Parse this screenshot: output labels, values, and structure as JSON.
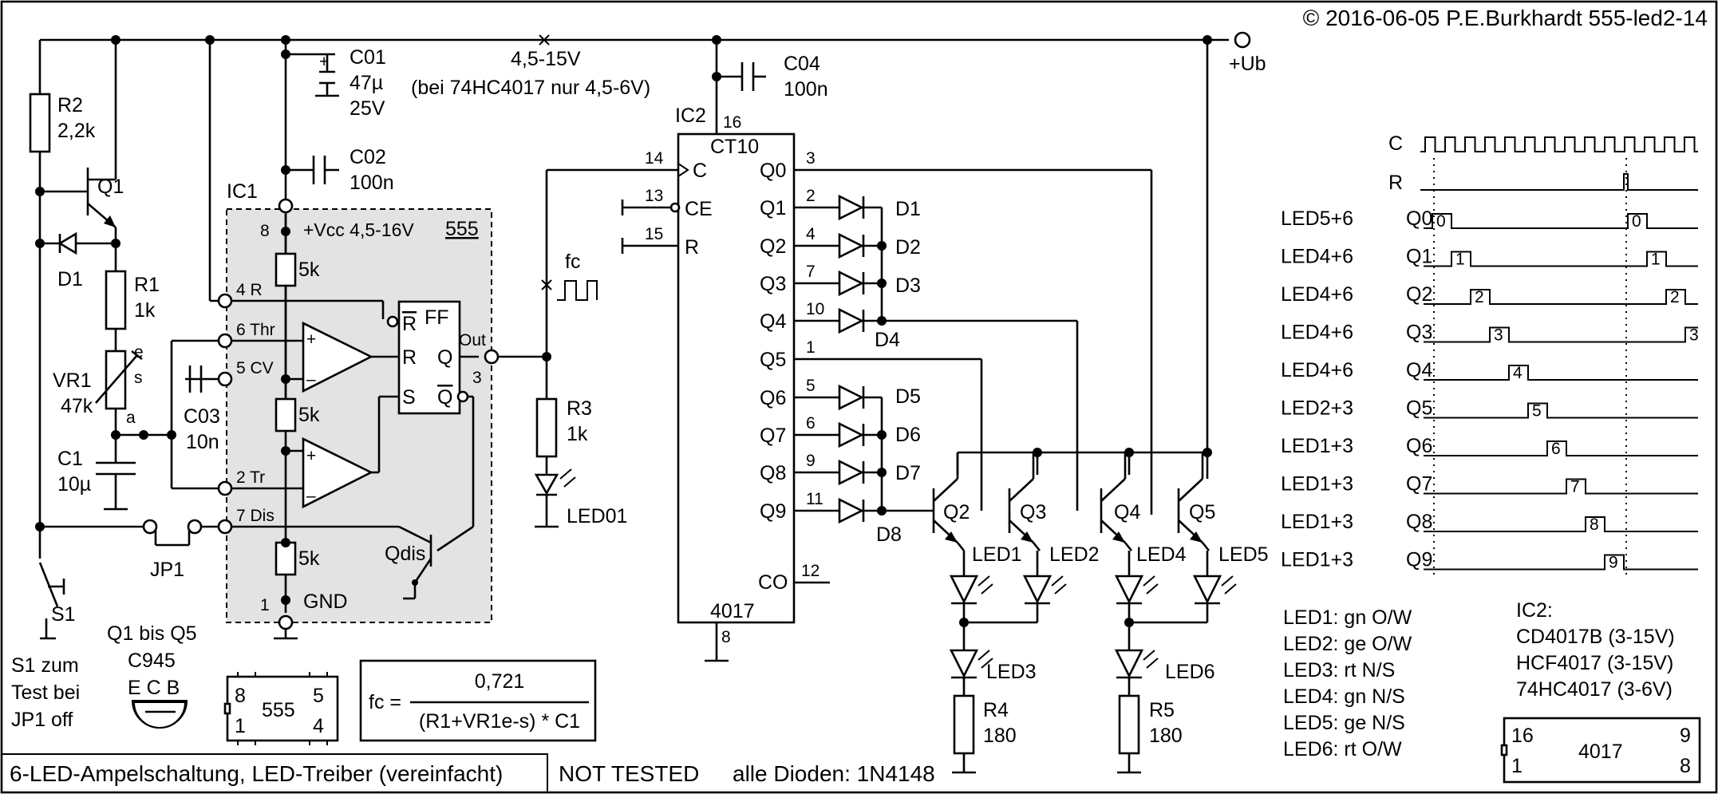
{
  "title": "© 2016-06-05 P.E.Burkhardt 555-led2-14",
  "footer": {
    "description": "6-LED-Ampelschaltung, LED-Treiber (vereinfacht)",
    "status": "NOT TESTED",
    "diodes": "alle Dioden: 1N4148"
  },
  "supply": {
    "range": "4,5-15V",
    "note": "(bei 74HC4017 nur 4,5-6V)",
    "label": "+Ub"
  },
  "components": {
    "C01": {
      "name": "C01",
      "v1": "47µ",
      "v2": "25V"
    },
    "C02": {
      "name": "C02",
      "v1": "100n"
    },
    "C03": {
      "name": "C03",
      "v1": "10n"
    },
    "C04": {
      "name": "C04",
      "v1": "100n"
    },
    "C1": {
      "name": "C1",
      "v1": "10µ"
    },
    "R1": {
      "name": "R1",
      "v1": "1k"
    },
    "R2": {
      "name": "R2",
      "v1": "2,2k"
    },
    "R3": {
      "name": "R3",
      "v1": "1k"
    },
    "R4": {
      "name": "R4",
      "v1": "180"
    },
    "R5": {
      "name": "R5",
      "v1": "180"
    },
    "VR1": {
      "name": "VR1",
      "v1": "47k",
      "e": "e",
      "s": "s",
      "a": "a"
    },
    "Q1": "Q1",
    "D1": "D1",
    "S1": "S1",
    "JP1": "JP1",
    "LED01": "LED01"
  },
  "ic1": {
    "name": "IC1",
    "type": "555",
    "vcc": "+Vcc  4,5-16V",
    "gnd": "GND",
    "res": "5k",
    "ff": "FF",
    "out": "Out",
    "qdis": "Qdis",
    "pins": {
      "p8": "8",
      "p4": "4 R",
      "p6": "6 Thr",
      "p5": "5 CV",
      "p2": "2 Tr",
      "p7": "7 Dis",
      "p1": "1",
      "p3": "3"
    },
    "ff_pins": {
      "rbar": "R",
      "r": "R",
      "s": "S",
      "q": "Q",
      "qbar": "Q"
    }
  },
  "ic2": {
    "name": "IC2",
    "type": "4017",
    "func": "CT10",
    "pin16": "16",
    "pin8": "8",
    "inputs": [
      {
        "num": "14",
        "label": "C"
      },
      {
        "num": "13",
        "label": "CE"
      },
      {
        "num": "15",
        "label": "R"
      }
    ],
    "outputs": [
      {
        "name": "Q0",
        "pin": "3"
      },
      {
        "name": "Q1",
        "pin": "2"
      },
      {
        "name": "Q2",
        "pin": "4"
      },
      {
        "name": "Q3",
        "pin": "7"
      },
      {
        "name": "Q4",
        "pin": "10"
      },
      {
        "name": "Q5",
        "pin": "1"
      },
      {
        "name": "Q6",
        "pin": "5"
      },
      {
        "name": "Q7",
        "pin": "6"
      },
      {
        "name": "Q8",
        "pin": "9"
      },
      {
        "name": "Q9",
        "pin": "11"
      }
    ],
    "co": {
      "name": "CO",
      "pin": "12"
    }
  },
  "diodes": [
    "D1",
    "D2",
    "D3",
    "D4",
    "D5",
    "D6",
    "D7",
    "D8"
  ],
  "transistors": [
    "Q2",
    "Q3",
    "Q4",
    "Q5"
  ],
  "leds": [
    "LED1",
    "LED2",
    "LED3",
    "LED4",
    "LED5",
    "LED6"
  ],
  "fc_label": "fc",
  "formula": {
    "lhs": "fc =",
    "num": "0,721",
    "den": "(R1+VR1e-s) * C1"
  },
  "pinout": {
    "q_note": "Q1 bis Q5",
    "q_type": "C945",
    "ecb": "E C B",
    "ic555": {
      "label": "555",
      "tl": "8",
      "bl": "1",
      "tr": "5",
      "br": "4"
    },
    "ic4017": {
      "label": "4017",
      "tl": "16",
      "bl": "1",
      "tr": "9",
      "br": "8"
    }
  },
  "s1_note": [
    "S1 zum",
    "Test bei",
    "JP1 off"
  ],
  "led_legend": [
    "LED1: gn O/W",
    "LED2: ge O/W",
    "LED3: rt N/S",
    "LED4: gn N/S",
    "LED5: ge N/S",
    "LED6: rt O/W"
  ],
  "ic2_variants": {
    "title": "IC2:",
    "items": [
      "CD4017B (3-15V)",
      "HCF4017 (3-15V)",
      "74HC4017 (3-6V)"
    ]
  },
  "timing": {
    "clock": "C",
    "reset": "R",
    "rows": [
      {
        "led": "LED5+6",
        "q": "Q0",
        "idx": "0"
      },
      {
        "led": "LED4+6",
        "q": "Q1",
        "idx": "1"
      },
      {
        "led": "LED4+6",
        "q": "Q2",
        "idx": "2"
      },
      {
        "led": "LED4+6",
        "q": "Q3",
        "idx": "3"
      },
      {
        "led": "LED4+6",
        "q": "Q4",
        "idx": "4"
      },
      {
        "led": "LED2+3",
        "q": "Q5",
        "idx": "5"
      },
      {
        "led": "LED1+3",
        "q": "Q6",
        "idx": "6"
      },
      {
        "led": "LED1+3",
        "q": "Q7",
        "idx": "7"
      },
      {
        "led": "LED1+3",
        "q": "Q8",
        "idx": "8"
      },
      {
        "led": "LED1+3",
        "q": "Q9",
        "idx": "9"
      }
    ]
  }
}
